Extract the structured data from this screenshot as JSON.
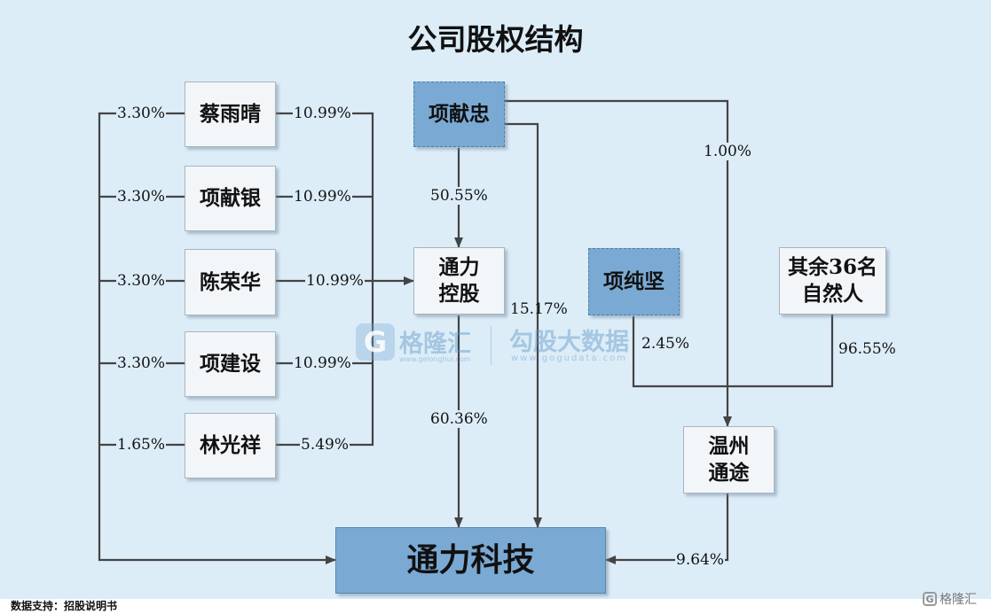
{
  "title": "公司股权结构",
  "entities": {
    "cai_yuqing": "蔡雨晴",
    "xiang_xianyin": "项献银",
    "chen_ronghua": "陈荣华",
    "xiang_jianshe": "项建设",
    "lin_guangxiang": "林光祥",
    "xiang_xianzhong": "项献忠",
    "tongli_holding": "通力\n控股",
    "xiang_chunjian": "项纯坚",
    "others_36": "其余36名\n自然人",
    "wenzhou_tongtu": "温州\n通途",
    "tongli_tech": "通力科技"
  },
  "percentages": {
    "cai_to_tech": "3.30%",
    "cai_to_holding": "10.99%",
    "yin_to_tech": "3.30%",
    "yin_to_holding": "10.99%",
    "chen_to_tech": "3.30%",
    "chen_to_holding": "10.99%",
    "jianshe_to_tech": "3.30%",
    "jianshe_to_holding": "10.99%",
    "lin_to_tech": "1.65%",
    "lin_to_holding": "5.49%",
    "zhong_to_holding": "50.55%",
    "zhong_to_tech": "15.17%",
    "zhong_to_tongtu": "1.00%",
    "holding_to_tech": "60.36%",
    "chunjian_to_tongtu": "2.45%",
    "others_to_tongtu": "96.55%",
    "tongtu_to_tech": "9.64%"
  },
  "watermark": {
    "brand_cn": "格隆汇",
    "brand_url": "www.gelonghui.com",
    "partner_cn": "勾股大数据",
    "partner_url": "www.gogudata.com",
    "logo_letter": "G"
  },
  "footer": {
    "source": "数据支持：招股说明书",
    "corner_brand": "格隆汇",
    "corner_letter": "G"
  },
  "colors": {
    "background": "#dcedf8",
    "highlight_box": "#7aaad4",
    "plain_box": "#f3f6f9",
    "line": "#444444"
  }
}
